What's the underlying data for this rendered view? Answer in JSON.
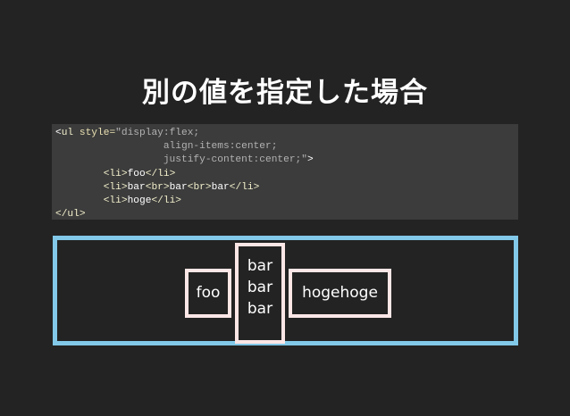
{
  "slide": {
    "title": "別の値を指定した場合"
  },
  "code": {
    "line1": {
      "open": "<",
      "tag": "ul",
      "attr": " style=",
      "value": "\"display:flex;"
    },
    "line2": {
      "value": "                  align-items:center;"
    },
    "line3": {
      "value": "                  justify-content:center;\"",
      "close": ">"
    },
    "line4": {
      "indent": "        ",
      "open_tag": "<li>",
      "text": "foo",
      "close_tag": "</li>"
    },
    "line5": {
      "indent": "        ",
      "open_tag": "<li>",
      "text1": "bar",
      "br1": "<br>",
      "text2": "bar",
      "br2": "<br>",
      "text3": "bar",
      "close_tag": "</li>"
    },
    "line6": {
      "indent": "        ",
      "open_tag": "<li>",
      "text": "hoge",
      "close_tag": "</li>"
    },
    "line7": {
      "close_tag": "</ul>"
    }
  },
  "demo": {
    "item_foo": "foo",
    "item_bar": [
      "bar",
      "bar",
      "bar"
    ],
    "item_hoge": "hogehoge",
    "container_border_color": "#82c8e8",
    "item_border_color": "#fde6e6"
  }
}
